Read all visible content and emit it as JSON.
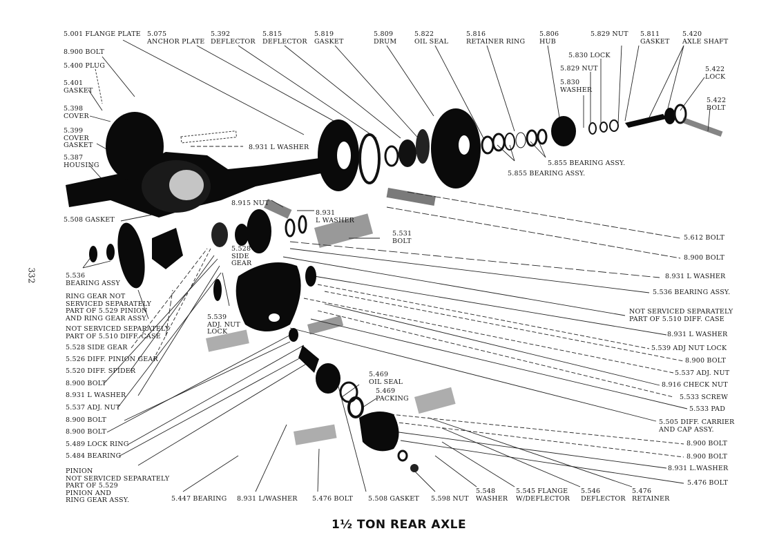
{
  "title": "1½ TON REAR AXLE",
  "page_number": "332",
  "labels": [
    {
      "id": "flange-plate",
      "text": "5.001 FLANGE PLATE"
    },
    {
      "id": "anchor-plate",
      "text": "5.075\nANCHOR PLATE"
    },
    {
      "id": "deflector-392",
      "text": "5.392\nDEFLECTOR"
    },
    {
      "id": "deflector-815",
      "text": "5.815\nDEFLECTOR"
    },
    {
      "id": "gasket-819",
      "text": "5.819\nGASKET"
    },
    {
      "id": "drum",
      "text": "5.809\nDRUM"
    },
    {
      "id": "oil-seal-822",
      "text": "5.822\nOIL SEAL"
    },
    {
      "id": "retainer-ring",
      "text": "5.816\nRETAINER RING"
    },
    {
      "id": "hub",
      "text": "5.806\nHUB"
    },
    {
      "id": "nut-829-top",
      "text": "5.829 NUT"
    },
    {
      "id": "gasket-811",
      "text": "5.811\nGASKET"
    },
    {
      "id": "axle-shaft",
      "text": "5.420\nAXLE SHAFT"
    },
    {
      "id": "lock-830",
      "text": "5.830 LOCK"
    },
    {
      "id": "nut-829",
      "text": "5.829 NUT"
    },
    {
      "id": "washer-830",
      "text": "5.830\nWASHER"
    },
    {
      "id": "lock-422",
      "text": "5.422\nLOCK"
    },
    {
      "id": "bolt-422",
      "text": "5.422\nBOLT"
    },
    {
      "id": "bolt-900-top",
      "text": "8.900 BOLT"
    },
    {
      "id": "plug-400",
      "text": "5.400 PLUG"
    },
    {
      "id": "gasket-401",
      "text": "5.401\nGASKET"
    },
    {
      "id": "cover-398",
      "text": "5.398\nCOVER"
    },
    {
      "id": "cover-gasket-399",
      "text": "5.399\nCOVER\nGASKET"
    },
    {
      "id": "housing-387",
      "text": "5.387\nHOUSING"
    },
    {
      "id": "l-washer-931-top",
      "text": "8.931 L WASHER"
    },
    {
      "id": "bearing-855-a",
      "text": "5.855 BEARING ASSY."
    },
    {
      "id": "bearing-855-b",
      "text": "5.855 BEARING ASSY."
    },
    {
      "id": "nut-915",
      "text": "8.915 NUT"
    },
    {
      "id": "l-washer-931-mid",
      "text": "8.931\nL WASHER"
    },
    {
      "id": "bolt-531",
      "text": "5.531\nBOLT"
    },
    {
      "id": "gasket-508",
      "text": "5.508 GASKET"
    },
    {
      "id": "side-gear-528-mid",
      "text": "5.528\nSIDE\nGEAR"
    },
    {
      "id": "bearing-536-left",
      "text": "5.536\nBEARING ASSY"
    },
    {
      "id": "ring-gear-note",
      "text": "RING GEAR NOT\nSERVICED SEPARATELY\nPART OF 5.529 PINION\nAND RING GEAR ASSY."
    },
    {
      "id": "diff-case-note-left",
      "text": "NOT SERVICED SEPARATELY\nPART OF 5.510 DIFF. CASE"
    },
    {
      "id": "adj-nut-lock-539-mid",
      "text": "5.539\nADJ. NUT\nLOCK"
    },
    {
      "id": "side-gear-528",
      "text": "5.528 SIDE GEAR"
    },
    {
      "id": "diff-pinion-gear-526",
      "text": "5.526 DIFF. PINION GEAR"
    },
    {
      "id": "diff-spider-520",
      "text": "5.520 DIFF. SPIDER"
    },
    {
      "id": "bolt-900-l1",
      "text": "8.900 BOLT"
    },
    {
      "id": "l-washer-931-l",
      "text": "8.931 L WASHER"
    },
    {
      "id": "adj-nut-537-l",
      "text": "5.537 ADJ. NUT"
    },
    {
      "id": "bolt-900-l2",
      "text": "8.900 BOLT"
    },
    {
      "id": "bolt-900-l3",
      "text": "8.900 BOLT"
    },
    {
      "id": "lock-ring-489",
      "text": "5.489 LOCK RING"
    },
    {
      "id": "bearing-484",
      "text": "5.484 BEARING"
    },
    {
      "id": "pinion-note",
      "text": "PINION\nNOT SERVICED SEPARATELY\nPART OF 5.529\nPINION AND\nRING GEAR ASSY."
    },
    {
      "id": "bolt-612",
      "text": "5.612 BOLT"
    },
    {
      "id": "bolt-900-r1",
      "text": "8.900 BOLT"
    },
    {
      "id": "l-washer-931-r1",
      "text": "8.931 L WASHER"
    },
    {
      "id": "bearing-536-r",
      "text": "5.536 BEARING ASSY."
    },
    {
      "id": "diff-case-note-right",
      "text": "NOT SERVICED SEPARATELY\nPART OF 5.510 DIFF. CASE"
    },
    {
      "id": "l-washer-931-r2",
      "text": "8.931 L WASHER"
    },
    {
      "id": "adj-nut-lock-539-r",
      "text": "5.539 ADJ NUT LOCK"
    },
    {
      "id": "bolt-900-r2",
      "text": "8.900 BOLT"
    },
    {
      "id": "adj-nut-537-r",
      "text": "5.537 ADJ. NUT"
    },
    {
      "id": "check-nut-916",
      "text": "8.916 CHECK NUT"
    },
    {
      "id": "screw-533",
      "text": "5.533 SCREW"
    },
    {
      "id": "pad-533",
      "text": "5.533 PAD"
    },
    {
      "id": "diff-carrier-505",
      "text": "5.505 DIFF. CARRIER\nAND CAP ASSY."
    },
    {
      "id": "bolt-900-r3",
      "text": "8.900 BOLT"
    },
    {
      "id": "bolt-900-r4",
      "text": "8.900 BOLT"
    },
    {
      "id": "l-washer-931-r3",
      "text": "8.931 L.WASHER"
    },
    {
      "id": "bolt-476-r",
      "text": "5.476 BOLT"
    },
    {
      "id": "oil-seal-469",
      "text": "5.469\nOIL SEAL"
    },
    {
      "id": "packing-469",
      "text": "5.469\nPACKING"
    },
    {
      "id": "bearing-447",
      "text": "5.447 BEARING"
    },
    {
      "id": "l-washer-931-b",
      "text": "8.931 L/WASHER"
    },
    {
      "id": "bolt-476-b",
      "text": "5.476 BOLT"
    },
    {
      "id": "gasket-508-b",
      "text": "5.508 GASKET"
    },
    {
      "id": "nut-598",
      "text": "5.598 NUT"
    },
    {
      "id": "washer-548",
      "text": "5.548\nWASHER"
    },
    {
      "id": "flange-545",
      "text": "5.545 FLANGE\nW/DEFLECTOR"
    },
    {
      "id": "deflector-546",
      "text": "5.546\nDEFLECTOR"
    },
    {
      "id": "retainer-476",
      "text": "5.476\nRETAINER"
    }
  ]
}
